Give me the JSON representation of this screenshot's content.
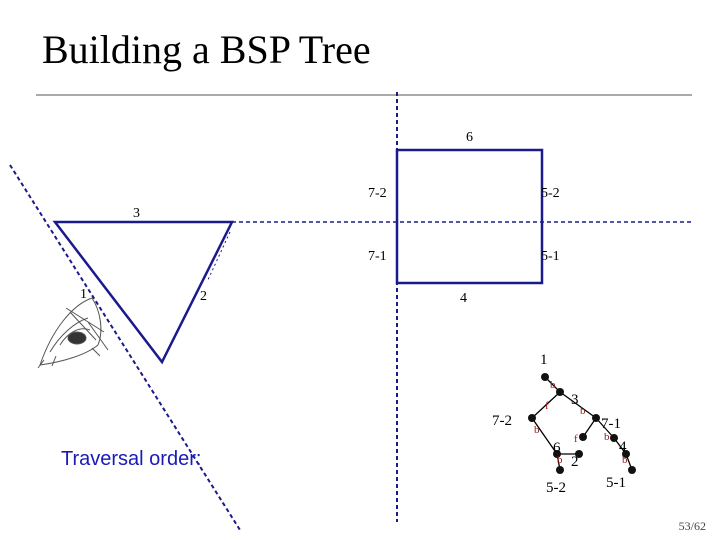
{
  "slide": {
    "title": "Building a BSP Tree",
    "traversal_label": "Traversal order:",
    "page_number": "53/62"
  },
  "scene_labels": {
    "plane_6": "6",
    "plane_3": "3",
    "plane_1": "1",
    "plane_2": "2",
    "plane_4": "4",
    "seg_7_2": "7-2",
    "seg_5_2": "5-2",
    "seg_7_1": "7-1",
    "seg_5_1": "5-1"
  },
  "tree": {
    "root": "1",
    "n3": "3",
    "n7_2": "7-2",
    "n6": "6",
    "n7_1": "7-1",
    "n5_2": "5-2",
    "n2": "2",
    "n4": "4",
    "n5_1": "5-1",
    "edge_labels": {
      "root_b": "b",
      "n3_f": "f",
      "n3_b": "b",
      "n7_2_b": "b",
      "n6_f": "f",
      "n6_b": "b",
      "n7_1_b": "b",
      "n4_b": "b"
    }
  },
  "colors": {
    "line": "#1a1a8c",
    "tree_edge": "#000000",
    "tree_node": "#111111",
    "edge_label": "#8b1a1a",
    "traversal_text": "#1a1ab8"
  }
}
